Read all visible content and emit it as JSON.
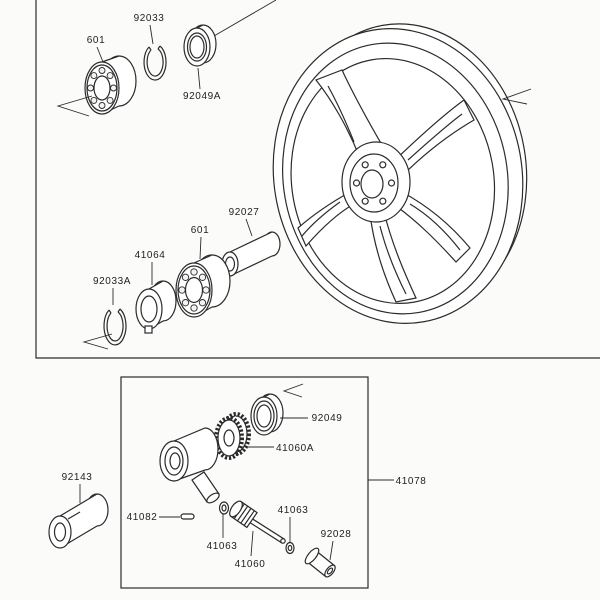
{
  "labels": {
    "bearing_top": "601",
    "circlip_top": "92033",
    "seal_top": "92049A",
    "spacer": "92027",
    "bearing_mid": "601",
    "collar_mid": "41064",
    "circlip_mid": "92033A",
    "seal_bottom": "92049",
    "gear_small": "41060A",
    "gear_housing": "41078",
    "collar_left": "92143",
    "pin": "41082",
    "washer_right": "41063",
    "bushing": "92028",
    "washer_left": "41063",
    "drive_gear": "41060"
  },
  "colors": {
    "line": "#2b2b2b",
    "background": "#fbfbfa"
  }
}
